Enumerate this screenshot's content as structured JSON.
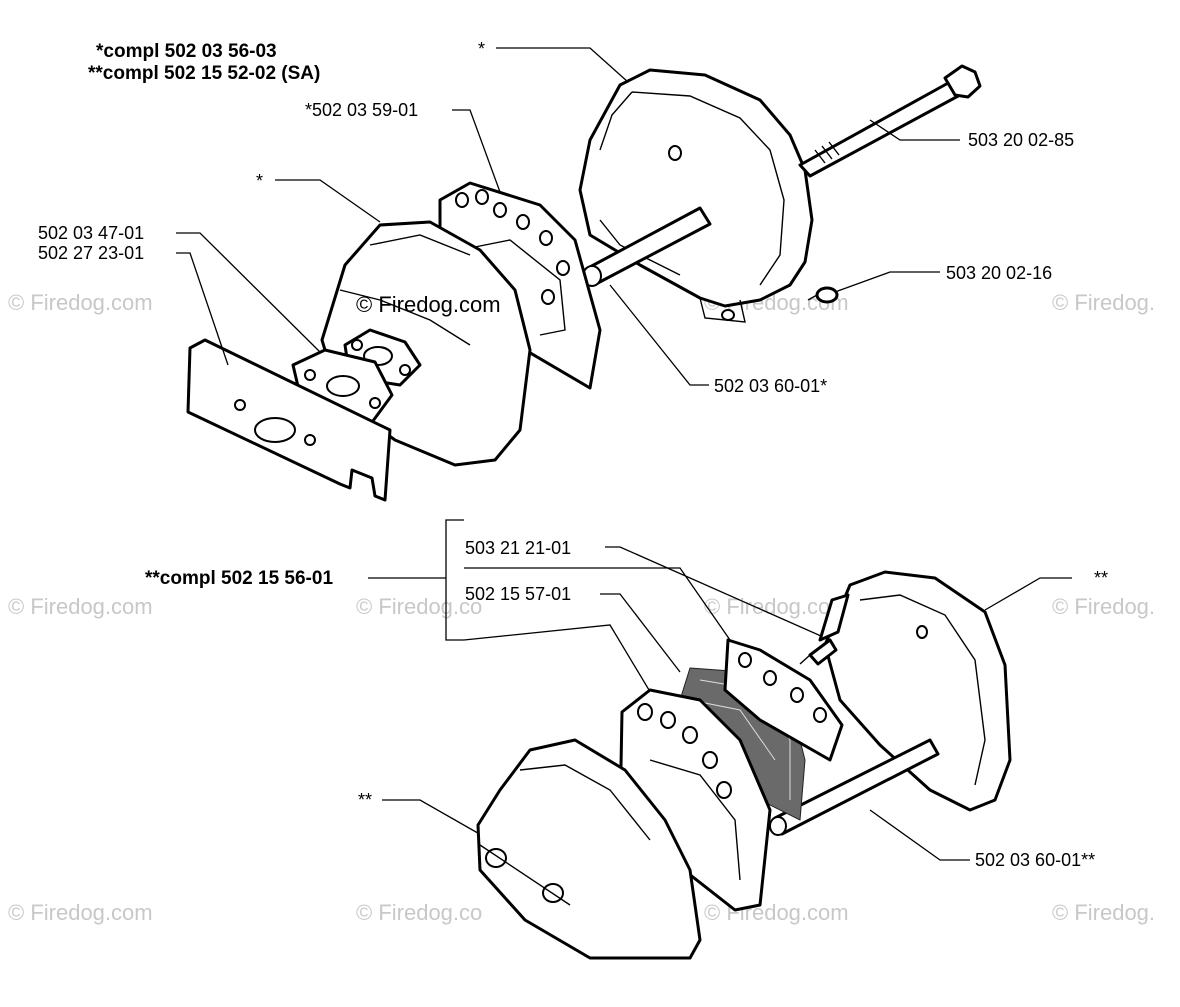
{
  "header": {
    "line1": "*compl 502 03 56-03",
    "line2": "**compl 502 15 52-02 (SA)"
  },
  "labels": {
    "star_top": "*",
    "p_502035901": "*502 03 59-01",
    "star_mid": "*",
    "p_502034701": "502 03 47-01",
    "p_502272301": "502 27 23-01",
    "p_503200285": "503 20 02-85",
    "p_503200216": "503 20 02-16",
    "p_502036001_a": "502 03 60-01*",
    "compl_502155601": "**compl 502 15 56-01",
    "p_503212101": "503 21 21-01",
    "p_502155701": "502 15 57-01",
    "dstar_right": "**",
    "dstar_left": "**",
    "p_502036001_b": "502 03 60-01**"
  },
  "watermark": {
    "text": "© Firedog.com",
    "partial": "© Firedog.",
    "partial_mid": "© Firedog.co",
    "center": "© Firedog.com"
  }
}
